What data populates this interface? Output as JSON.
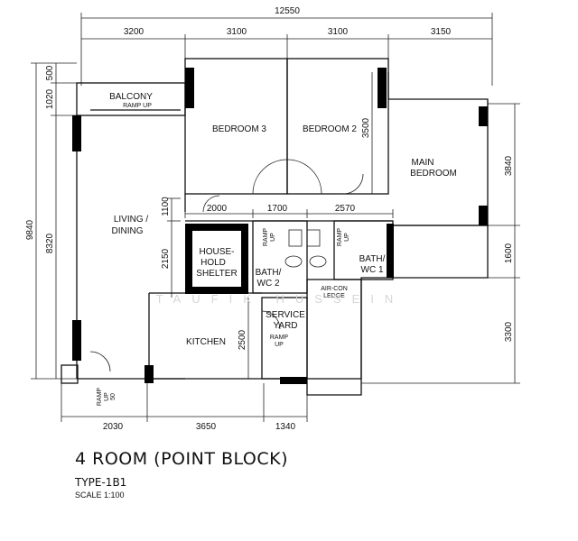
{
  "dimensions": {
    "top_total": "12550",
    "top_segments": [
      "3200",
      "3100",
      "3100",
      "3150"
    ],
    "left_total": "9840",
    "left_top_a": "500",
    "left_top_b": "1020",
    "left_main": "8320",
    "bottom_segments": [
      "2030",
      "3650",
      "1340"
    ],
    "right_segments": [
      "3840",
      "1600",
      "3300"
    ],
    "inner_1100": "1100",
    "inner_2150": "2150",
    "inner_2500": "2500",
    "inner_3500": "3500",
    "inner_row": [
      "2000",
      "1700",
      "2570"
    ],
    "ramp_50": "50"
  },
  "rooms": {
    "balcony": "BALCONY",
    "bedroom3": "BEDROOM 3",
    "bedroom2": "BEDROOM 2",
    "main_bedroom_1": "MAIN",
    "main_bedroom_2": "BEDROOM",
    "living_1": "LIVING /",
    "living_2": "DINING",
    "shelter_1": "HOUSE-",
    "shelter_2": "HOLD",
    "shelter_3": "SHELTER",
    "bath2_1": "BATH/",
    "bath2_2": "WC 2",
    "bath1_1": "BATH/",
    "bath1_2": "WC 1",
    "aircon_1": "AIR-CON",
    "aircon_2": "LEDGE",
    "service_1": "SERVICE",
    "service_2": "YARD",
    "kitchen": "KITCHEN"
  },
  "ramps": {
    "ramp_up": "RAMP UP",
    "ramp": "RAMP",
    "up": "UP"
  },
  "watermark": "TAUFIK HUSSEIN",
  "title": {
    "main": "4 ROOM (POINT BLOCK)",
    "type": "TYPE-1B1",
    "scale": "SCALE 1:100"
  }
}
